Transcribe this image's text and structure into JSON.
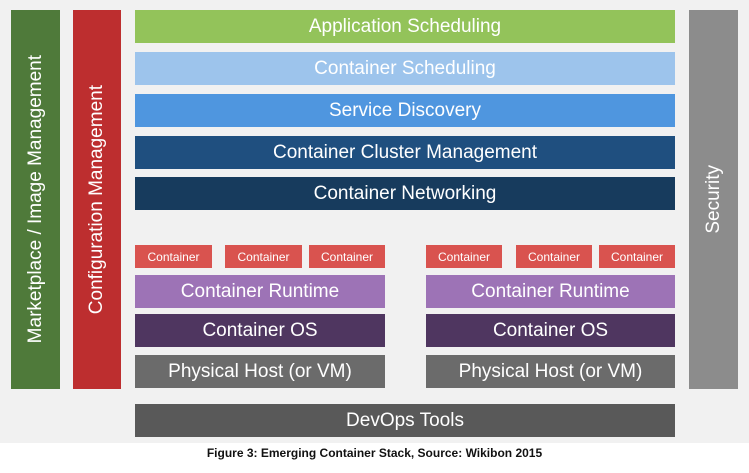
{
  "colors": {
    "background": "#f1f1f1",
    "marketplace": "#4f7a3a",
    "config": "#bd2e2f",
    "security": "#8c8c8c",
    "app_scheduling": "#93c35a",
    "container_scheduling": "#9dc4ec",
    "service_discovery": "#4f96df",
    "cluster_mgmt": "#1f4f7f",
    "networking": "#173b5d",
    "container": "#d9534f",
    "runtime": "#9d73b6",
    "os": "#4f3660",
    "host": "#6b6b6b",
    "devops": "#595959"
  },
  "left_bars": {
    "marketplace": "Marketplace / Image Management",
    "configuration": "Configuration Management"
  },
  "right_bar": {
    "security": "Security"
  },
  "layers": {
    "application_scheduling": "Application Scheduling",
    "container_scheduling": "Container Scheduling",
    "service_discovery": "Service Discovery",
    "cluster_management": "Container Cluster Management",
    "networking": "Container Networking"
  },
  "stacks": [
    {
      "containers": [
        "Container",
        "Container",
        "Container"
      ],
      "runtime": "Container Runtime",
      "os": "Container OS",
      "host": "Physical Host (or VM)"
    },
    {
      "containers": [
        "Container",
        "Container",
        "Container"
      ],
      "runtime": "Container Runtime",
      "os": "Container OS",
      "host": "Physical Host (or VM)"
    }
  ],
  "devops": "DevOps Tools",
  "caption": "Figure 3: Emerging Container Stack, Source: Wikibon 2015"
}
